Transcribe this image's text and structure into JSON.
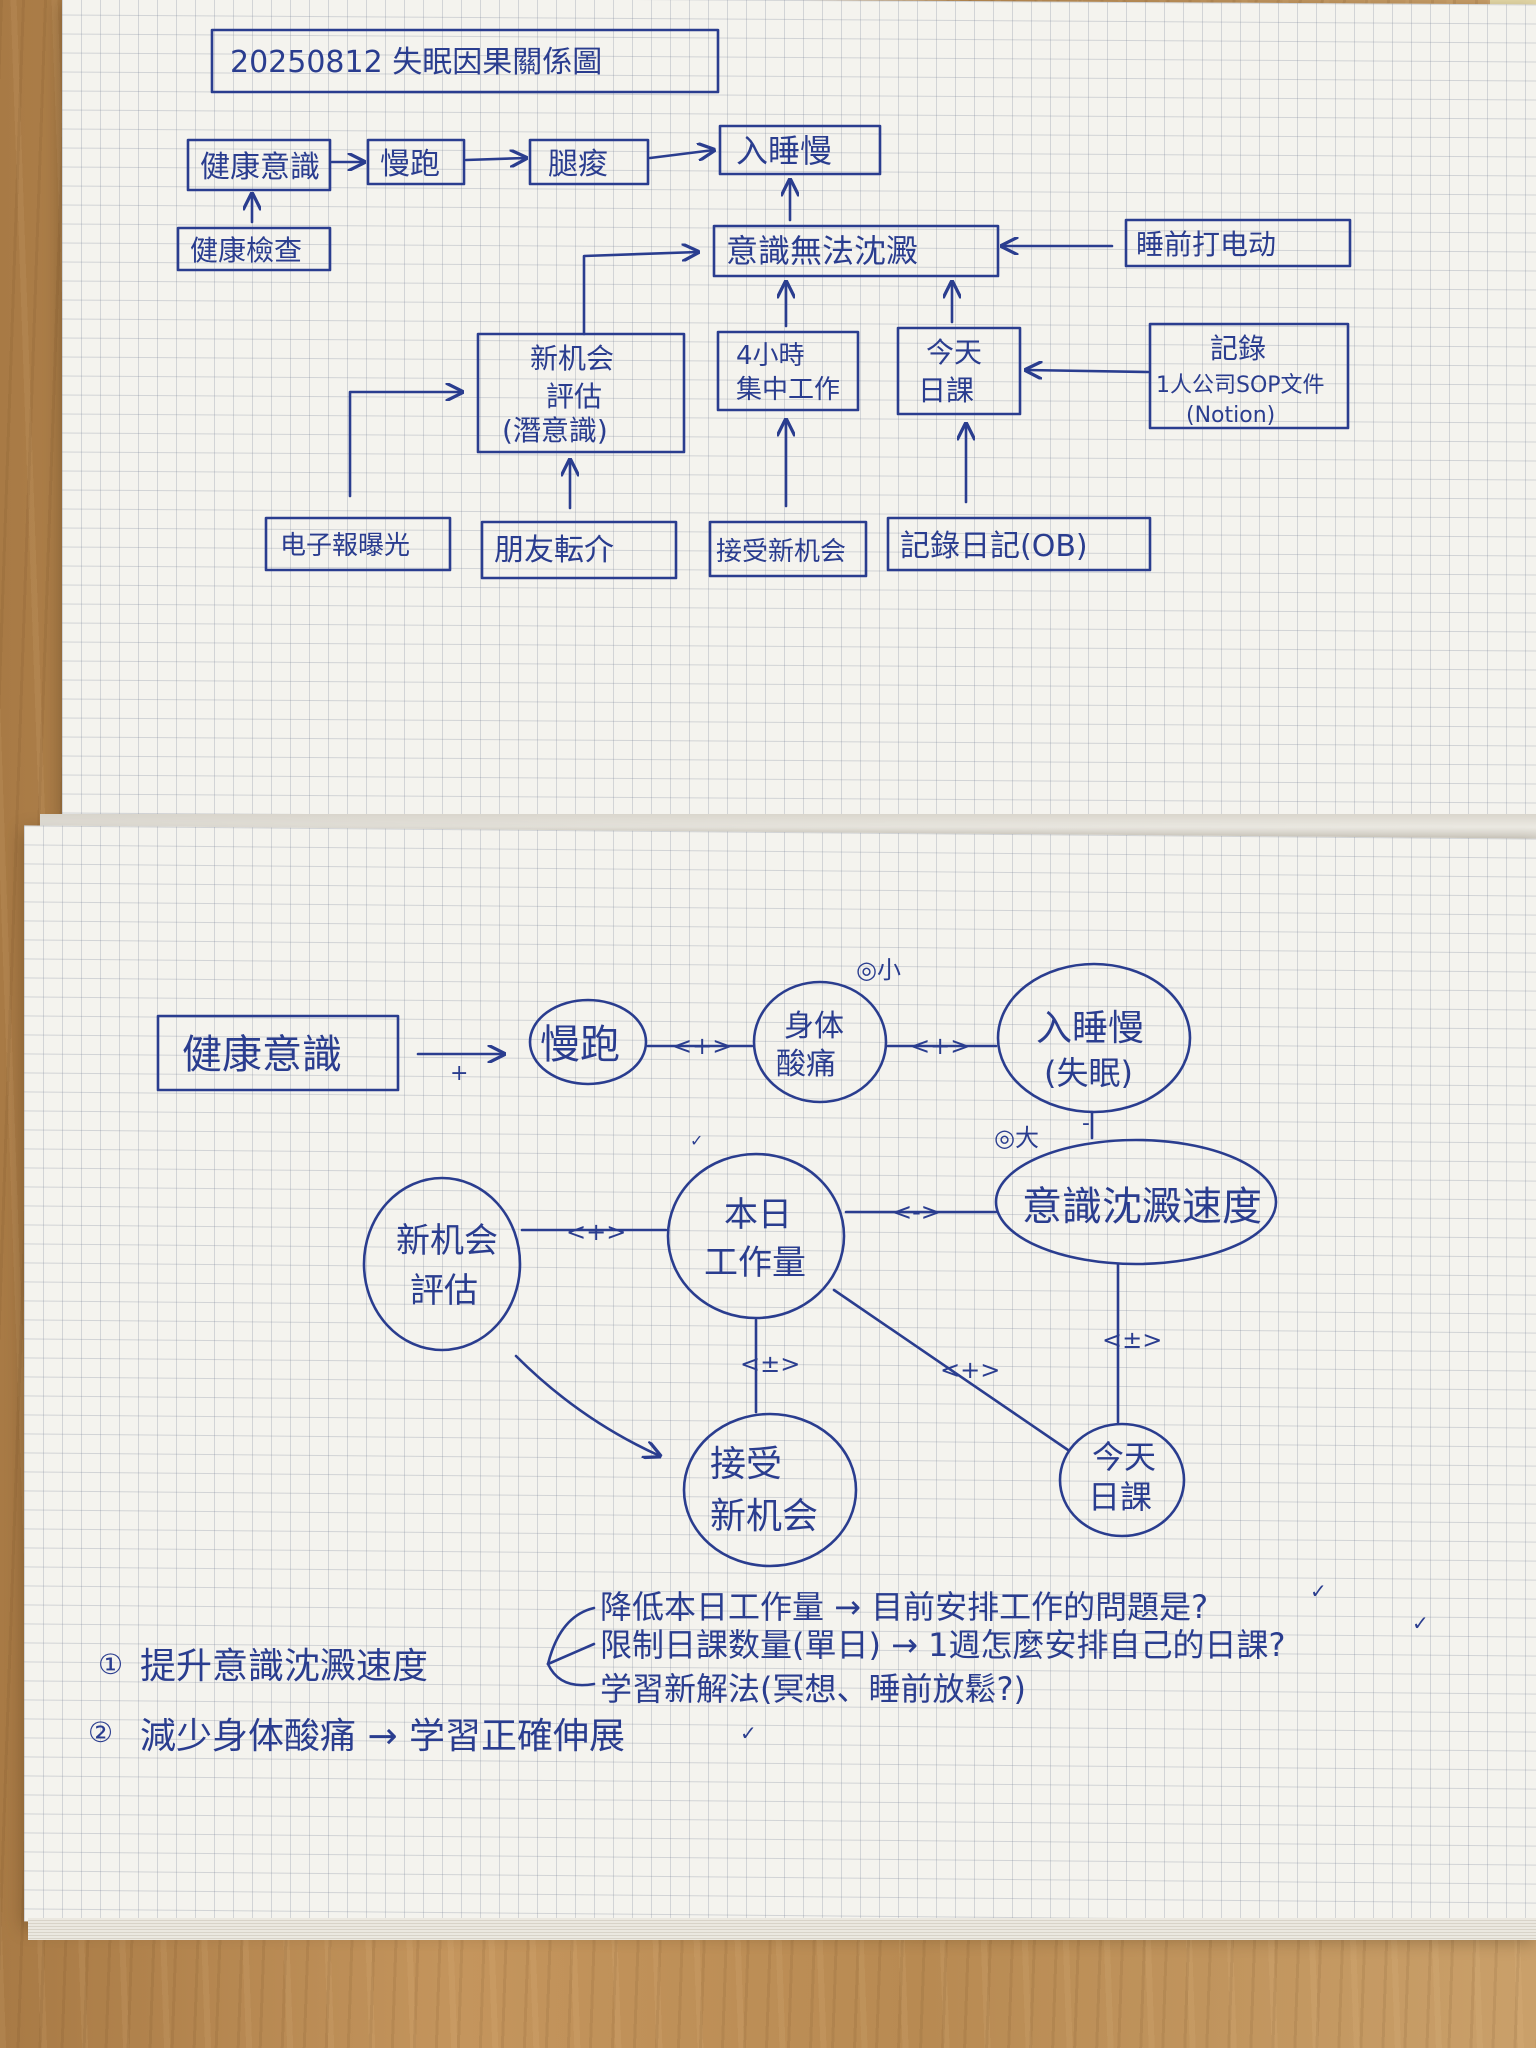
{
  "colors": {
    "ink": "#2a3d8f",
    "paper": "#f4f3ee",
    "grid": "#7882963f",
    "wood": "#b98a52"
  },
  "top_diagram": {
    "title": "20250812 失眠因果關係圖",
    "nodes": {
      "health_awareness": "健康意識",
      "jogging": "慢跑",
      "leg_soreness": "腿痠",
      "falling_asleep_slow": "入睡慢",
      "health_check": "健康檢查",
      "mind_cannot_calm": "意識無法沈澱",
      "phone_before_sleep": "睡前打电动",
      "new_opportunity_eval_l1": "新机会",
      "new_opportunity_eval_l2": "評估",
      "new_opportunity_eval_l3": "(潛意識)",
      "focused_work_l1": "4小時",
      "focused_work_l2": "集中工作",
      "daily_tasks_l1": "今天",
      "daily_tasks_l2": "日課",
      "record_sop_l1": "記錄",
      "record_sop_l2": "1人公司SOP文件",
      "record_sop_l3": "(Notion)",
      "newsletter_exposure": "电子報曝光",
      "friend_referral": "朋友転介",
      "accept_new_opportunity": "接受新机会",
      "record_diary": "記錄日記(OB)"
    }
  },
  "bottom_diagram": {
    "nodes": {
      "health_awareness": "健康意識",
      "jogging": "慢跑",
      "body_soreness_l1": "身体",
      "body_soreness_l2": "酸痛",
      "falling_asleep_slow_l1": "入睡慢",
      "falling_asleep_slow_l2": "(失眠)",
      "mind_settling_l1": "意識沈澱",
      "mind_settling_l2": "速度",
      "new_opportunity_eval_l1": "新机会",
      "new_opportunity_eval_l2": "評估",
      "today_workload_l1": "本日",
      "today_workload_l2": "工作量",
      "accept_new_opportunity_l1": "接受",
      "accept_new_opportunity_l2": "新机会",
      "daily_tasks_l1": "今天",
      "daily_tasks_l2": "日課"
    },
    "edge_labels": {
      "health_to_jogging": "+",
      "jogging_to_soreness": "<+>",
      "soreness_to_sleep": "<+>",
      "eval_to_workload": "<+>",
      "workload_to_mind": "<->",
      "mind_to_sleep": "-",
      "workload_to_accept": "<±>",
      "workload_to_tasks": "<+>",
      "mind_to_tasks": "<±>"
    },
    "annotations": {
      "small_mark": "◎小",
      "large_mark": "◎大",
      "tick": "✓"
    }
  },
  "action_notes": {
    "item1_num": "①",
    "item1_text": "提升意識沈澱速度",
    "item1_branch1": "降低本日工作量 → 目前安排工作的問題是?",
    "item1_branch2": "限制日課数量(單日) → 1週怎麼安排自己的日課?",
    "item1_branch3": "学習新解法(冥想、睡前放鬆?)",
    "item2_num": "②",
    "item2_text": "減少身体酸痛 → 学習正確伸展",
    "check": "✓"
  }
}
